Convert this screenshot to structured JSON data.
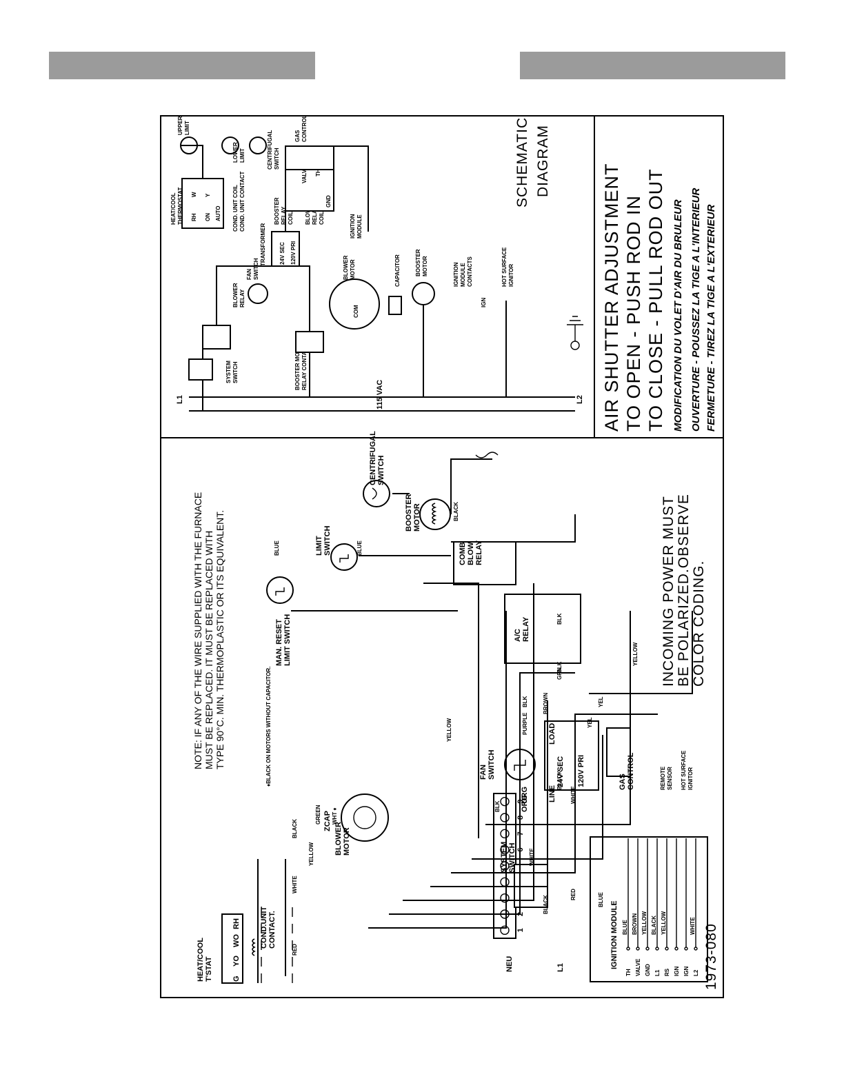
{
  "header": {
    "left_bar": "",
    "right_bar": ""
  },
  "wiring": {
    "note": [
      "NOTE: IF ANY OF THE WIRE SUPPLIED WITH THE FURNACE",
      "MUST BE REPLACED. IT MUST BE REPLACED WITH",
      "TYPE 90°C. MIN. THERMOPLASTIC OR ITS EQUIVALENT."
    ],
    "black_note": "♦BLACK ON MOTORS WITHOUT CAPACITOR.",
    "man_reset": [
      "MAN. RESET",
      "LIMIT SWITCH"
    ],
    "limit_switch": [
      "LIMIT",
      "SWITCH"
    ],
    "centrifugal_switch": [
      "CENTRIFUGAL",
      "SWITCH"
    ],
    "booster_motor": [
      "BOOSTER",
      "MOTOR"
    ],
    "blower_motor": [
      "BLOWER",
      "MOTOR"
    ],
    "zcap": "ZCAP",
    "fan_switch": [
      "FAN",
      "SWITCH"
    ],
    "thermostat": [
      "HEAT/COOL",
      "T'STAT"
    ],
    "stat_terminals": [
      "G",
      "YO",
      "WO",
      "RH"
    ],
    "cond_unit": [
      "COND.UNIT",
      "CONTACT."
    ],
    "blow_relay": [
      "COMB",
      "BLOW",
      "RELAY"
    ],
    "ac_relay": [
      "A/C",
      "RELAY"
    ],
    "transformer": {
      "sec": "24V SEC",
      "pri": "120V PRI",
      "load": "LOAD",
      "line": "LINE"
    },
    "system_switch": [
      "SYSTEM",
      "SWITCH"
    ],
    "gas_control": [
      "GAS",
      "CONTROL"
    ],
    "remote_sensor": [
      "REMOTE",
      "SENSOR"
    ],
    "hot_surface_ignitor": [
      "HOT SURFACE",
      "IGNITOR"
    ],
    "ignition_module": "IGNITION MODULE",
    "module_terminals": [
      "TH",
      "VALVE",
      "GND",
      "L1",
      "RS",
      "IGN",
      "IGN",
      "L2"
    ],
    "module_wires": [
      "BLUE",
      "BROWN",
      "YELLOW",
      "BLACK",
      "YELLOW",
      "",
      "",
      "WHITE"
    ],
    "wire_colors": [
      "RED",
      "WHITE",
      "BLACK",
      "YELLOW",
      "GREEN",
      "WHT ♦",
      "BLK",
      "ORG",
      "ORG",
      "PURPLE",
      "BROWN",
      "GRN",
      "YEL",
      "BLK",
      "BLK",
      "BLUE",
      "BLUE",
      "BLACK",
      "YELLOW",
      "YEL",
      "BLK",
      "WHITE",
      "BLACK",
      "WHITE",
      "BLACK",
      "RED",
      "BLUE",
      "YELLOW"
    ],
    "terminal_numbers": [
      "1",
      "2",
      "3",
      "4",
      "5",
      "6",
      "7",
      "8",
      "9"
    ],
    "neu": "NEU",
    "l1": "L1",
    "incoming_power": [
      "INCOMING POWER MUST",
      "BE POLARIZED.OBSERVE",
      "COLOR CODING."
    ],
    "part_number": "1973-080"
  },
  "schematic": {
    "title": [
      "SCHEMATIC",
      "DIAGRAM"
    ],
    "upper_limit": [
      "UPPER",
      "LIMIT"
    ],
    "lower_limit": [
      "LOWER",
      "LIMIT"
    ],
    "centrifugal_switch": [
      "CENTRIFUGAL",
      "SWITCH"
    ],
    "booster_relay_coil": [
      "BOOSTER",
      "RELAY",
      "COIL"
    ],
    "blower_relay_coil": [
      "BLOWER",
      "RELAY",
      "COIL"
    ],
    "thermostat": [
      "HEAT/COOL",
      "THERMOSTAT"
    ],
    "stat_labels": [
      "RH",
      "W",
      "Y",
      "ON",
      "AUTO"
    ],
    "cond_coil": [
      "COND. UNIT COIL",
      "COND. UNIT CONTACT"
    ],
    "ignition_module": [
      "IGNITION",
      "MODULE"
    ],
    "valve": "VALVE",
    "th": "TH",
    "gnd": "GND",
    "gas_control": [
      "GAS",
      "CONTROL"
    ],
    "transformer": {
      "label": "TRANSFORMER",
      "sec": "24V SEC",
      "pri": "120V PRI"
    },
    "system_switch": [
      "SYSTEM",
      "SWITCH"
    ],
    "booster_motor_relay_contact": [
      "BOOSTER MOTOR",
      "RELAY CONTACT"
    ],
    "blower_relay": [
      "BLOWER",
      "RELAY"
    ],
    "fan_switch": [
      "FAN",
      "SWITCH"
    ],
    "blower_motor": [
      "BLOWER",
      "MOTOR"
    ],
    "capacitor": "CAPACITOR",
    "booster_motor": [
      "BOOSTER",
      "MOTOR"
    ],
    "ignition_contacts": [
      "IGNITION",
      "MODULE",
      "CONTACTS"
    ],
    "ignitor": [
      "HOT SURFACE",
      "IGNITOR"
    ],
    "ign": "IGN",
    "l1": "L1",
    "l2": "L2",
    "vac": "115 VAC",
    "com": "COM"
  },
  "air_shutter": {
    "lines": [
      "AIR SHUTTER ADJUSTMENT",
      "TO OPEN  - PUSH ROD IN",
      "TO CLOSE  - PULL ROD OUT"
    ],
    "fr_title": "MODIFICATION DU VOLET D'AIR DU BRULEUR",
    "fr_lines": [
      "OUVERTURE - POUSSEZ LA TIGE A L'INTERIEUR",
      "FERMETURE - TIREZ LA TIGE A L'EXTERIEUR"
    ]
  }
}
